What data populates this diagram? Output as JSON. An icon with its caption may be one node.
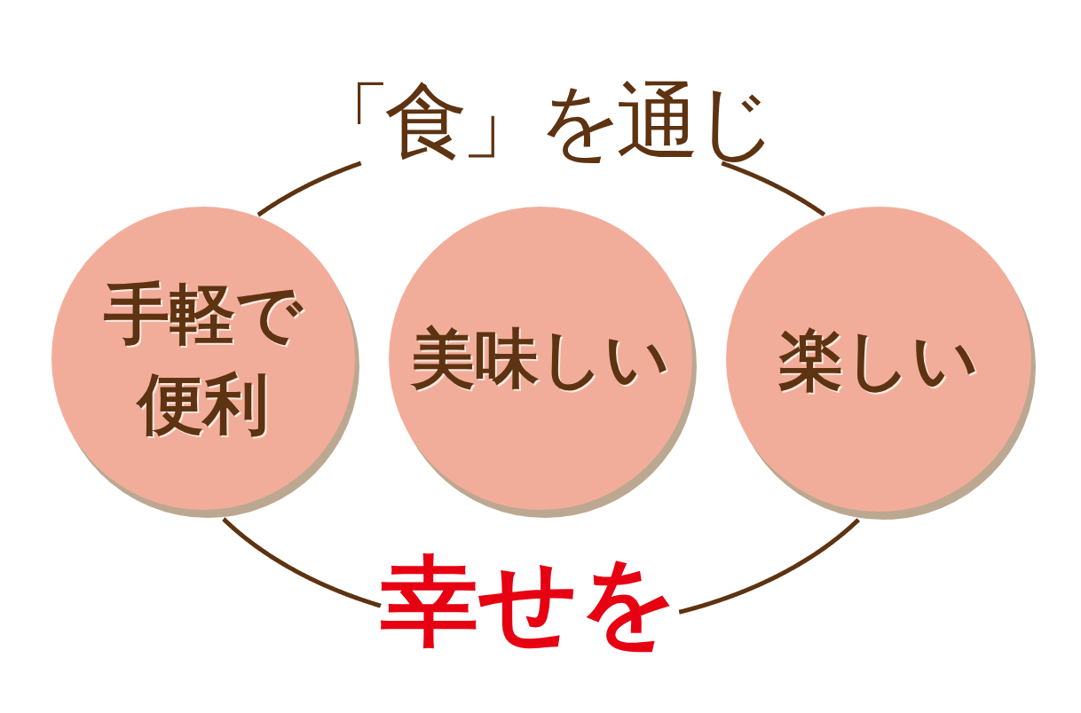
{
  "diagram": {
    "nodes": [
      {
        "text": [
          "「食」を通じ"
        ]
      },
      {
        "text": [
          "手軽で便利"
        ]
      },
      {
        "text": [
          "美味しい"
        ]
      },
      {
        "text": [
          "楽しい"
        ]
      },
      {
        "text": [
          "幸せを"
        ]
      }
    ],
    "edges": [
      {
        "from": 0,
        "to": 1,
        "arrow": "none"
      },
      {
        "from": 0,
        "to": 3,
        "arrow": "none"
      },
      {
        "from": 1,
        "to": 4,
        "arrow": "none"
      },
      {
        "from": 3,
        "to": 4,
        "arrow": "none"
      }
    ]
  }
}
